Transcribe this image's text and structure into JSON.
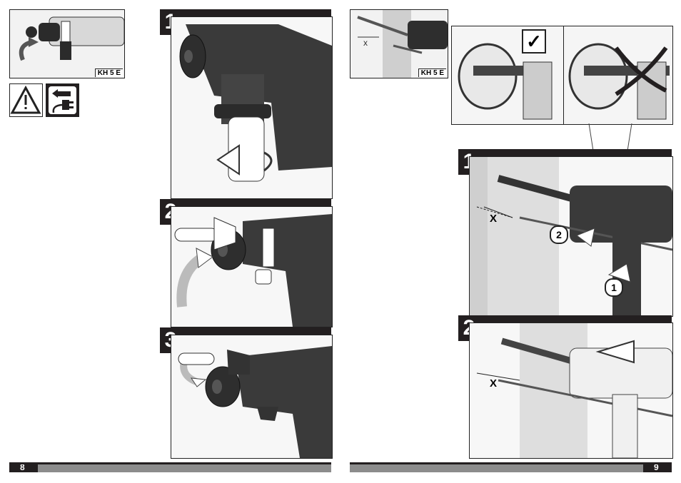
{
  "left_page": {
    "thumbnail_model": "KH 5 E",
    "steps": [
      "1",
      "2",
      "3"
    ],
    "page_number": "8"
  },
  "right_page": {
    "thumbnail_model": "KH 5 E",
    "steps": [
      "1",
      "2"
    ],
    "callouts": [
      "2",
      "1"
    ],
    "depth_label": "X",
    "check_mark": "✓",
    "page_number": "9"
  },
  "colors": {
    "dark": "#231f20",
    "grey": "#8c8c8c",
    "concrete": "#d9d9d9"
  },
  "icons": [
    "warning-icon",
    "unplug-icon"
  ]
}
